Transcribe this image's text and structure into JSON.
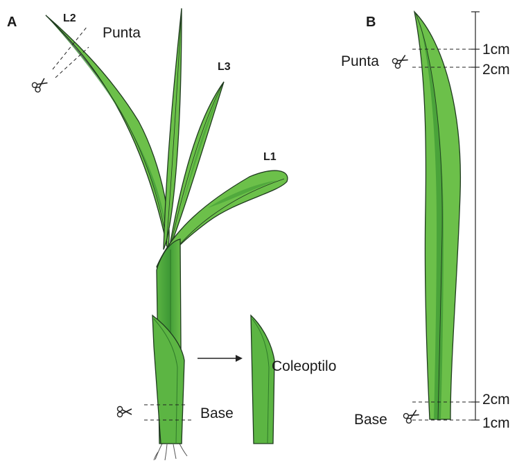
{
  "panel_a": {
    "letter": "A",
    "leaf_labels": [
      "L2",
      "L3",
      "L1"
    ],
    "tip_label": "Punta",
    "base_label": "Base",
    "coleoptile_label": "Coleoptilo"
  },
  "panel_b": {
    "letter": "B",
    "tip_label": "Punta",
    "base_label": "Base",
    "top_1": "1cm",
    "top_2": "2cm",
    "bottom_2": "2cm",
    "bottom_1": "1cm"
  },
  "colors": {
    "leaf_light": "#6cc04a",
    "leaf_mid": "#4ea83a",
    "leaf_dark": "#2f8a2c",
    "outline": "#1f3a1f"
  }
}
